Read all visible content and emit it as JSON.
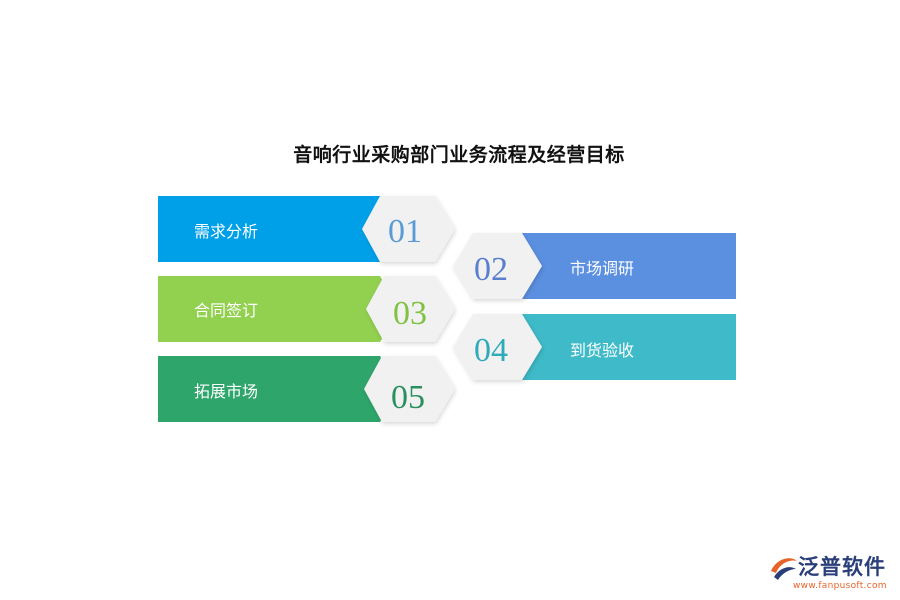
{
  "title": "音响行业采购部门业务流程及经营目标",
  "steps": [
    {
      "number": "01",
      "label": "需求分析",
      "color": "#00a0e9",
      "number_color": "#5b9bd5",
      "side": "left"
    },
    {
      "number": "02",
      "label": "市场调研",
      "color": "#5b8fe0",
      "number_color": "#5b7fcf",
      "side": "right"
    },
    {
      "number": "03",
      "label": "合同签订",
      "color": "#92d050",
      "number_color": "#7fc241",
      "side": "left"
    },
    {
      "number": "04",
      "label": "到货验收",
      "color": "#3fbac8",
      "number_color": "#2eaab8",
      "side": "right"
    },
    {
      "number": "05",
      "label": "拓展市场",
      "color": "#2ea56a",
      "number_color": "#2a8f5e",
      "side": "left"
    }
  ],
  "logo": {
    "name": "泛普软件",
    "url": "www.fanpusoft.com",
    "icon": "fanpu-logo-icon"
  }
}
